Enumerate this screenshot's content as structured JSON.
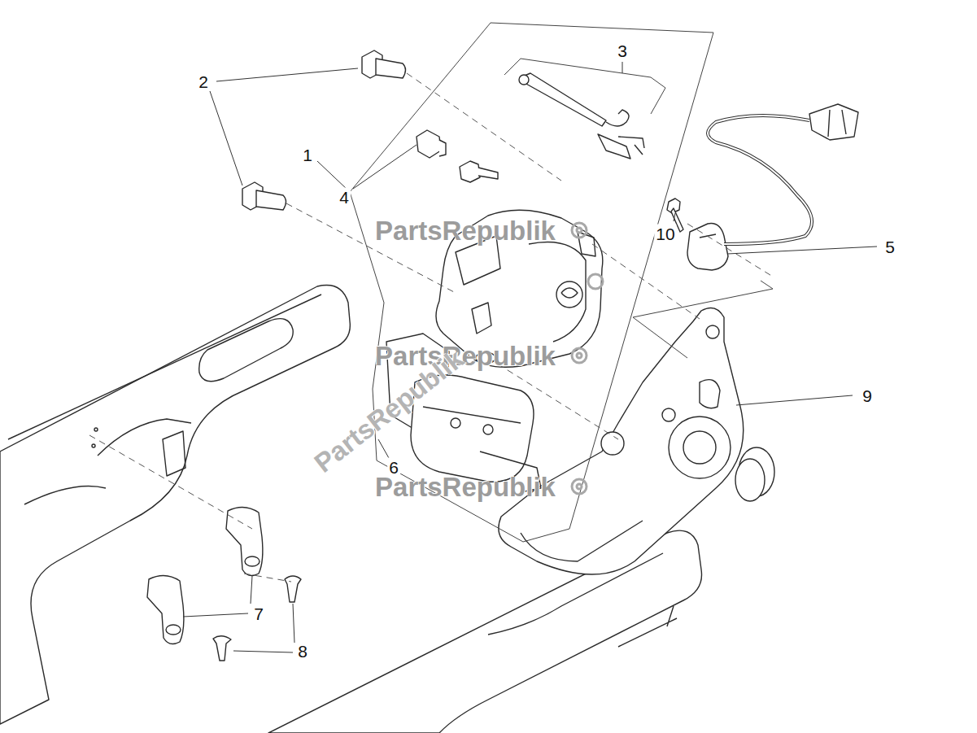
{
  "diagram": {
    "labels": [
      "2",
      "1",
      "3",
      "4",
      "10",
      "5",
      "9",
      "6",
      "7",
      "8",
      "PartsRepublik",
      "PartsRepublik",
      "PartsRepublik",
      "PartsRepublik"
    ]
  }
}
